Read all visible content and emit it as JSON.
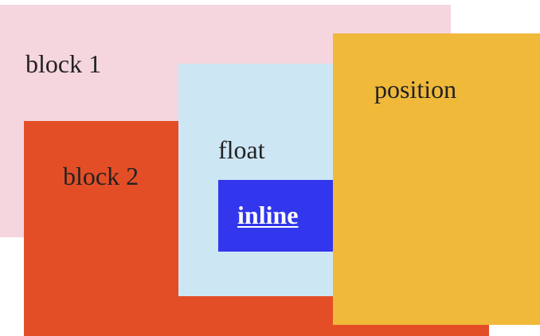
{
  "boxes": {
    "block1": {
      "label": "block 1",
      "color": "#f5d5de",
      "text_color": "#222222"
    },
    "block2": {
      "label": "block 2",
      "color": "#e44e26",
      "text_color": "#222222"
    },
    "float": {
      "label": "float",
      "color": "#cde6f4",
      "text_color": "#222222"
    },
    "inline": {
      "label": "inline",
      "color": "#3236ec",
      "text_color": "#ffffff"
    },
    "position": {
      "label": "position",
      "color": "#f0b93a",
      "text_color": "#222222"
    }
  }
}
